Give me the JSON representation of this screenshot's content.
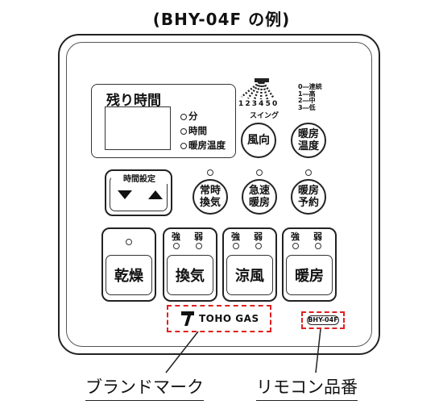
{
  "caption": "(BHY-04F の例)",
  "display": {
    "title": "残り時間",
    "options": [
      "分",
      "時間",
      "暖房温度"
    ]
  },
  "swing": {
    "numbers": "1 2 3 4 5 0",
    "label": "スイング",
    "modes": [
      "0―連続",
      "1―高",
      "2―中",
      "3―低"
    ]
  },
  "buttons": {
    "fan_direction": "風向",
    "heat_temp": [
      "暖房",
      "温度"
    ],
    "timer_label": "時間設定",
    "constant_vent": [
      "常時",
      "換気"
    ],
    "quick_heat": [
      "急速",
      "暖房"
    ],
    "heat_reserve": [
      "暖房",
      "予約"
    ],
    "dry": "乾燥",
    "vent": "換気",
    "cool_wind": "涼風",
    "heat": "暖房",
    "strong": "強",
    "weak": "弱"
  },
  "brand_text": "TOHO GAS",
  "model_code": "BHY-04F",
  "callouts": {
    "brand_mark": "ブランドマーク",
    "remote_number": "リモコン品番"
  }
}
